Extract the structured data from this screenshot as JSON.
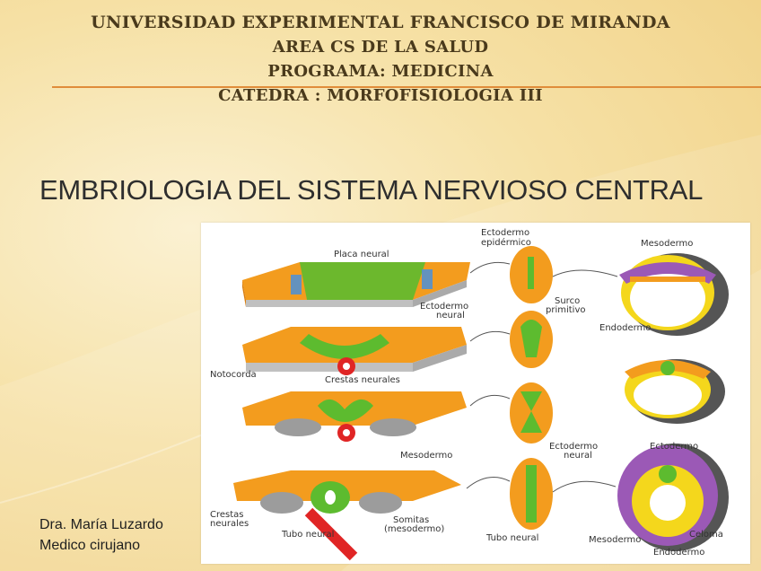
{
  "header": {
    "line1": "UNIVERSIDAD EXPERIMENTAL FRANCISCO DE MIRANDA",
    "line2": "AREA CS DE LA SALUD",
    "line3": "PROGRAMA: MEDICINA",
    "line4": "CATEDRA : MORFOFISIOLOGIA III"
  },
  "title": "EMBRIOLOGIA DEL SISTEMA NERVIOSO CENTRAL",
  "figure_labels": {
    "placa_neural": "Placa neural",
    "ectodermo_epidermico_1": "Ectodermo",
    "ectodermo_epidermico_2": "epidérmico",
    "mesodermo_top": "Mesodermo",
    "surco_1": "Surco",
    "surco_2": "primitivo",
    "ectodermo_neural_1": "Ectodermo",
    "ectodermo_neural_2": "neural",
    "endodermo_top": "Endodermo",
    "notocorda": "Notocorda",
    "crestas_neurales": "Crestas neurales",
    "mesodermo_mid": "Mesodermo",
    "ectodermo_neural_b1": "Ectodermo",
    "ectodermo_neural_b2": "neural",
    "ectodermo_right": "Ectodermo",
    "crestas_bottom_1": "Crestas",
    "crestas_bottom_2": "neurales",
    "somitas_1": "Somitas",
    "somitas_2": "(mesodermo)",
    "tubo_neural_1": "Tubo neural",
    "tubo_neural_2": "Tubo neural",
    "mesodermo_bottom": "Mesodermo",
    "celoma": "Celoma",
    "endodermo_bottom": "Endodermo"
  },
  "author": {
    "name": "Dra. María Luzardo",
    "role": "Medico cirujano"
  },
  "colors": {
    "orange": "#f39c1e",
    "green": "#5dbb2f",
    "blue": "#4a90d9",
    "purple": "#9b59b6",
    "red": "#e02525",
    "yellow": "#f4d71c",
    "gray": "#9c9c9c"
  }
}
